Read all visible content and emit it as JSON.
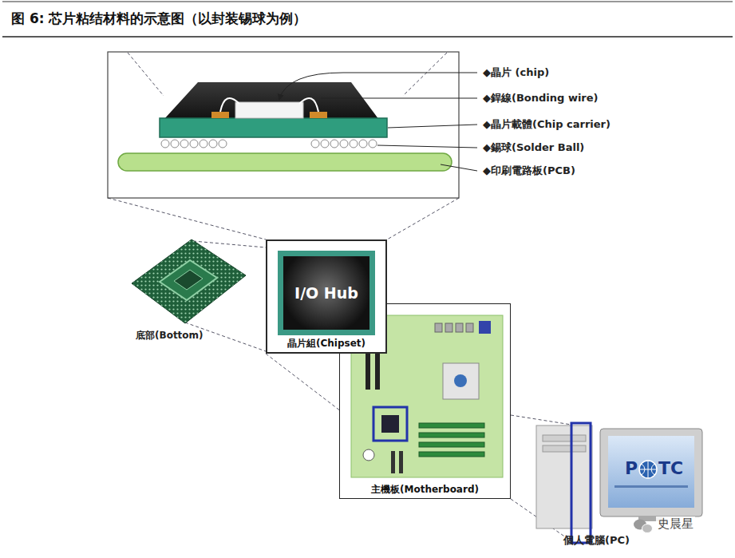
{
  "diagram": {
    "title": "图 6: 芯片粘结材料的示意图（以封装锡球为例）",
    "nodes": [
      {
        "text": [
          "晶片組(Chipset)"
        ]
      },
      {
        "text": [
          "I/O Hub"
        ],
        "in": 0
      },
      {
        "text": [
          "主機板(Motherboard)"
        ]
      }
    ],
    "labels": [
      "◆晶片 (chip)",
      "◆銲線(Bonding wire)",
      "◆晶片載體(Chip carrier)",
      "◆錫球(Solder Ball)",
      "◆印刷電路板(PCB)",
      "底部(Bottom)",
      "P",
      "TC",
      "個人電腦(PC)",
      "史晨星"
    ]
  }
}
